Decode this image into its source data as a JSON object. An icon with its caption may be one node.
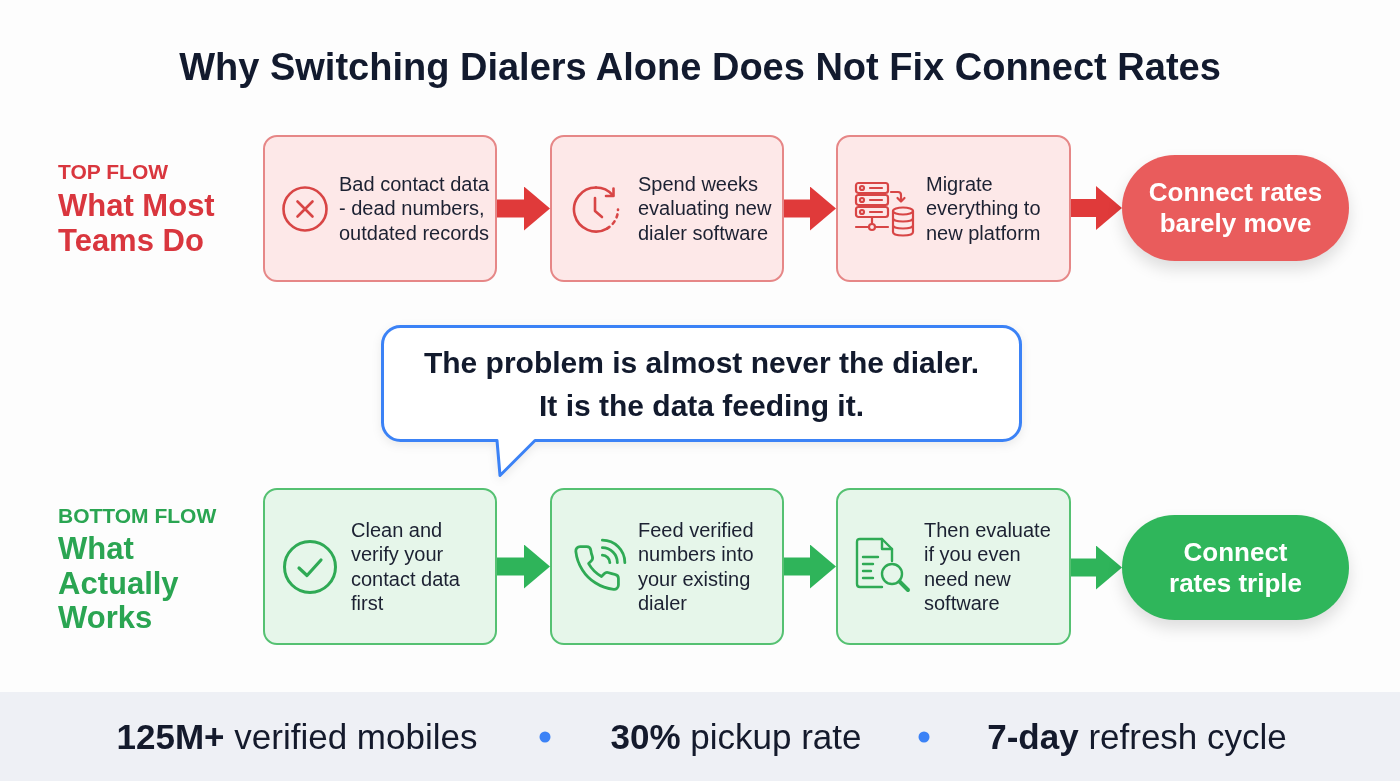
{
  "diagram": {
    "title": "Why Switching Dialers Alone Does Not Fix Connect Rates",
    "nodes": [
      {
        "text": [
          "Bad contact data - dead numbers, outdated records"
        ]
      },
      {
        "text": [
          "Spend weeks evaluating new dialer software"
        ]
      },
      {
        "text": [
          "Migrate everything to new platform"
        ]
      },
      {
        "text": [
          "Connect rates barely move"
        ]
      },
      {
        "text": [
          "The problem is almost never the dialer. It is the data feeding it."
        ]
      },
      {
        "text": [
          "Clean and verify your contact data first"
        ]
      },
      {
        "text": [
          "Feed verified numbers into your existing dialer"
        ]
      },
      {
        "text": [
          "Then evaluate if you even need new software"
        ]
      },
      {
        "text": [
          "Connect rates triple"
        ]
      },
      {
        "text": [
          "**125M+** verified mobiles",
          "**30%** pickup rate",
          "**7-day** refresh cycle"
        ]
      }
    ],
    "edges": [
      {
        "from": 0,
        "to": 1,
        "arrow": "to",
        "color": "#e03a3a"
      },
      {
        "from": 1,
        "to": 2,
        "arrow": "to",
        "color": "#e03a3a"
      },
      {
        "from": 2,
        "to": 3,
        "arrow": "to",
        "color": "#e03a3a"
      },
      {
        "from": 5,
        "to": 6,
        "arrow": "to",
        "color": "#2fb45a"
      },
      {
        "from": 6,
        "to": 7,
        "arrow": "to",
        "color": "#2fb45a"
      },
      {
        "from": 7,
        "to": 8,
        "arrow": "to",
        "color": "#2fb45a"
      }
    ],
    "labels": [
      "TOP FLOW",
      "What Most Teams Do",
      "BOTTOM FLOW",
      "What Actually Works"
    ]
  }
}
